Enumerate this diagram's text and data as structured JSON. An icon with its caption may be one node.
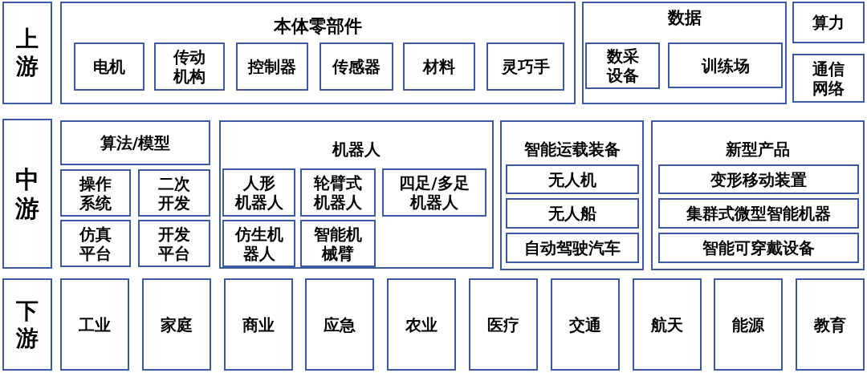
{
  "diagram": {
    "nodes": [
      {
        "text": [
          "上游"
        ]
      },
      {
        "text": [
          "本体零部件"
        ]
      },
      {
        "text": [
          "电机"
        ],
        "in": 1
      },
      {
        "text": [
          "传动机构"
        ],
        "in": 1
      },
      {
        "text": [
          "控制器"
        ],
        "in": 1
      },
      {
        "text": [
          "传感器"
        ],
        "in": 1
      },
      {
        "text": [
          "材料"
        ],
        "in": 1
      },
      {
        "text": [
          "灵巧手"
        ],
        "in": 1
      },
      {
        "text": [
          "数据"
        ]
      },
      {
        "text": [
          "数采设备"
        ],
        "in": 8
      },
      {
        "text": [
          "训练场"
        ],
        "in": 8
      },
      {
        "text": [
          "算力"
        ]
      },
      {
        "text": [
          "通信网络"
        ]
      },
      {
        "text": [
          "中游"
        ]
      },
      {
        "text": [
          "算法/模型"
        ]
      },
      {
        "text": [
          "操作系统"
        ]
      },
      {
        "text": [
          "二次开发"
        ]
      },
      {
        "text": [
          "仿真平台"
        ]
      },
      {
        "text": [
          "开发平台"
        ]
      },
      {
        "text": [
          "机器人"
        ]
      },
      {
        "text": [
          "人形机器人"
        ],
        "in": 19
      },
      {
        "text": [
          "轮臂式机器人"
        ],
        "in": 19
      },
      {
        "text": [
          "四足/多足机器人"
        ],
        "in": 19
      },
      {
        "text": [
          "仿生机器人"
        ],
        "in": 19
      },
      {
        "text": [
          "智能机械臂"
        ],
        "in": 19
      },
      {
        "text": [
          "智能运载装备"
        ]
      },
      {
        "text": [
          "无人机"
        ],
        "in": 25
      },
      {
        "text": [
          "无人船"
        ],
        "in": 25
      },
      {
        "text": [
          "自动驾驶汽车"
        ],
        "in": 25
      },
      {
        "text": [
          "新型产品"
        ]
      },
      {
        "text": [
          "变形移动装置"
        ],
        "in": 29
      },
      {
        "text": [
          "集群式微型智能机器"
        ],
        "in": 29
      },
      {
        "text": [
          "智能可穿戴设备"
        ],
        "in": 29
      },
      {
        "text": [
          "下游"
        ]
      },
      {
        "text": [
          "工业"
        ]
      },
      {
        "text": [
          "家庭"
        ]
      },
      {
        "text": [
          "商业"
        ]
      },
      {
        "text": [
          "应急"
        ]
      },
      {
        "text": [
          "农业"
        ]
      },
      {
        "text": [
          "医疗"
        ]
      },
      {
        "text": [
          "交通"
        ]
      },
      {
        "text": [
          "航天"
        ]
      },
      {
        "text": [
          "能源"
        ]
      },
      {
        "text": [
          "教育"
        ]
      }
    ]
  }
}
